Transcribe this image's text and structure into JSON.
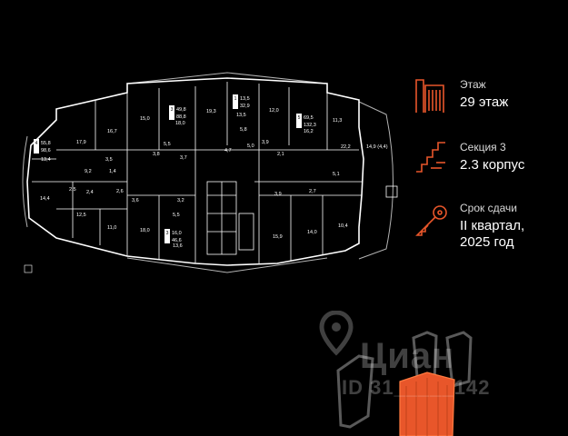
{
  "info": {
    "floor": {
      "label": "Этаж",
      "value": "29 этаж",
      "icon": "building-floors-icon"
    },
    "section": {
      "label": "Секция 3",
      "value": "2.3 корпус",
      "icon": "stairs-section-icon"
    },
    "delivery": {
      "label": "Срок сдачи",
      "value_line1": "II квартал,",
      "value_line2": "2025 год",
      "icon": "key-icon"
    }
  },
  "colors": {
    "accent": "#e8562a",
    "background": "#000000",
    "line": "#ffffff"
  },
  "watermark": {
    "brand": "Циан",
    "id": "ID 31_____142"
  },
  "units": [
    {
      "num": "4",
      "area1": "55,8",
      "area2": "98,6"
    },
    {
      "num": "3",
      "area1": "49,8",
      "area2": "88,8"
    },
    {
      "num": "1",
      "area1": "13,5",
      "area2": "32,9"
    },
    {
      "num": "5",
      "area1": "69,5",
      "area2": "132,3"
    },
    {
      "num": "3",
      "area1": "16,0",
      "area2": "46,6"
    }
  ],
  "room_areas": {
    "r1": "16,7",
    "r2": "15,0",
    "r3": "18,0",
    "r4": "19,3",
    "r5": "13,5",
    "r6": "12,0",
    "r7": "16,2",
    "r8": "11,3",
    "r9": "13,4",
    "r10": "17,9",
    "r11": "5,5",
    "r12": "5,8",
    "r13": "5,0",
    "r14": "3,9",
    "r15": "22,2",
    "r16": "14,9 (4,4)",
    "r17": "9,2",
    "r18": "2,5",
    "r19": "3,5",
    "r20": "1,4",
    "r21": "14,4",
    "r22": "12,5",
    "r23": "11,0",
    "r24": "18,0",
    "r25": "13,6",
    "r26": "5,5",
    "r27": "15,9",
    "r28": "14,0",
    "r29": "10,4",
    "r30": "5,1",
    "r31": "3,7",
    "r32": "3,8",
    "r33": "4,7",
    "r34": "3,2",
    "r35": "2,4",
    "r36": "2,7",
    "r37": "3,9",
    "r38": "2,1",
    "r39": "3,6",
    "r40": "2,6"
  }
}
